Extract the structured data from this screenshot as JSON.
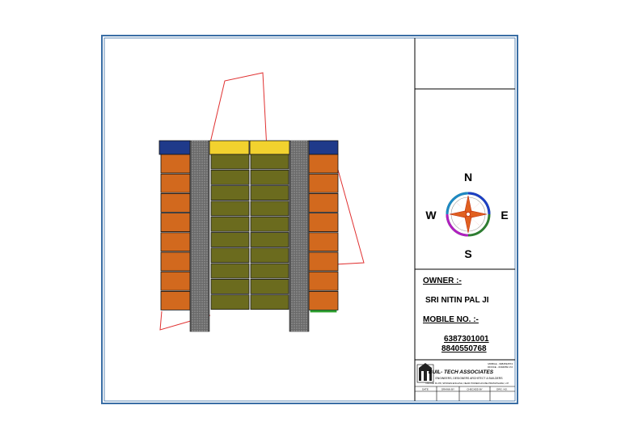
{
  "compass": {
    "north": "N",
    "south": "S",
    "east": "E",
    "west": "W"
  },
  "owner": {
    "heading": "OWNER :-",
    "name": "SRI NITIN PAL JI",
    "mobile_heading": "MOBILE NO. :-",
    "mobile_1": "6387301001",
    "mobile_2": "8840550768"
  },
  "firm": {
    "name": "BUIL- TECH ASSOCIATES",
    "tagline": "ENGINEERS, DESIGNERS ARCHITECT & BUILDERS",
    "address": "OFFICE: B-478, SPOKEN ENGLISH, NEAR POWER HOUSE PRATAPGARH, U.P.",
    "contact_1": "MOBILE - 9984532574",
    "contact_2": "OFFICE - 6394659 172"
  },
  "title_block_row": [
    "DATE",
    "DRAWN BY",
    "CHECKED BY",
    "DRG. NO."
  ],
  "colors": {
    "frame": "#3a6ea5",
    "orange": "#d2691e",
    "olive": "#6b6b1e",
    "navy": "#1f3a8a",
    "yellow": "#f2d22e",
    "road": "#5a5a5a",
    "boundary": "#e03030",
    "green_edge": "#2ea02e"
  }
}
